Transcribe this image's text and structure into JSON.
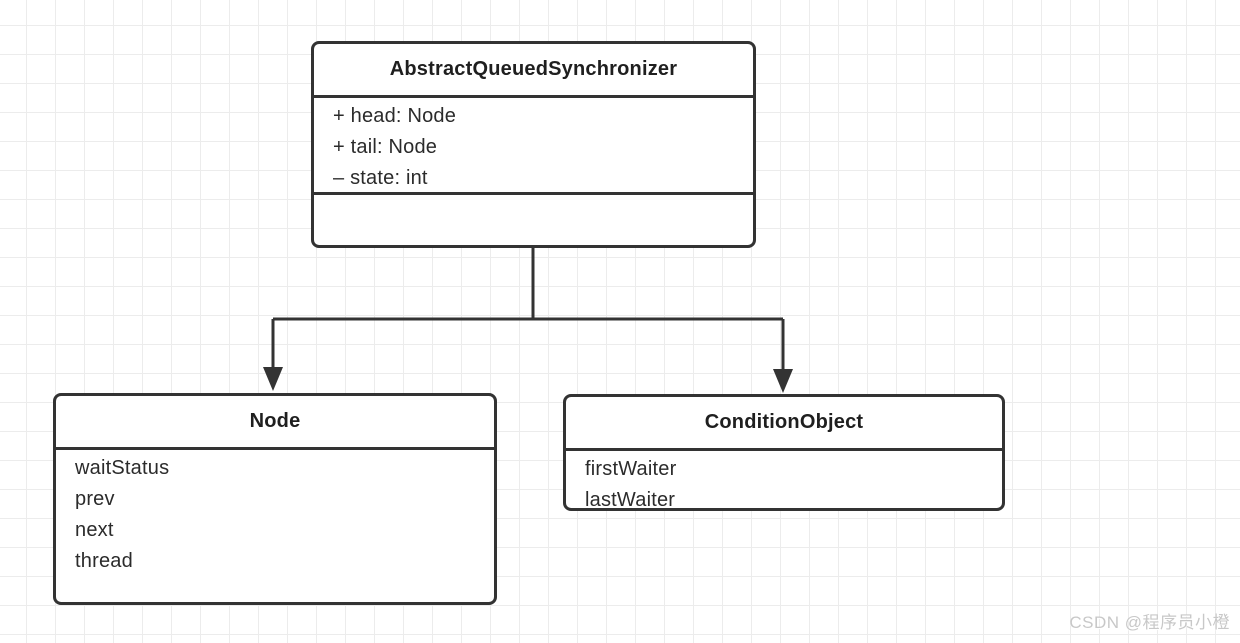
{
  "diagram": {
    "classes": [
      {
        "name": "AbstractQueuedSynchronizer",
        "fields": [
          "+ head: Node",
          "+ tail: Node",
          "– state: int"
        ]
      },
      {
        "name": "Node",
        "fields": [
          "waitStatus",
          "prev",
          "next",
          "thread"
        ]
      },
      {
        "name": "ConditionObject",
        "fields": [
          "firstWaiter",
          "lastWaiter"
        ]
      }
    ],
    "relations": [
      {
        "from": "AbstractQueuedSynchronizer",
        "to": "Node",
        "style": "solid-arrow-down"
      },
      {
        "from": "AbstractQueuedSynchronizer",
        "to": "ConditionObject",
        "style": "solid-arrow-down"
      }
    ],
    "colors": {
      "line": "#333333",
      "text": "#2b2b2b",
      "grid": "#ececec",
      "background": "#ffffff",
      "watermark": "#c8c8c8"
    }
  },
  "watermark": {
    "text": "CSDN @程序员小橙"
  }
}
